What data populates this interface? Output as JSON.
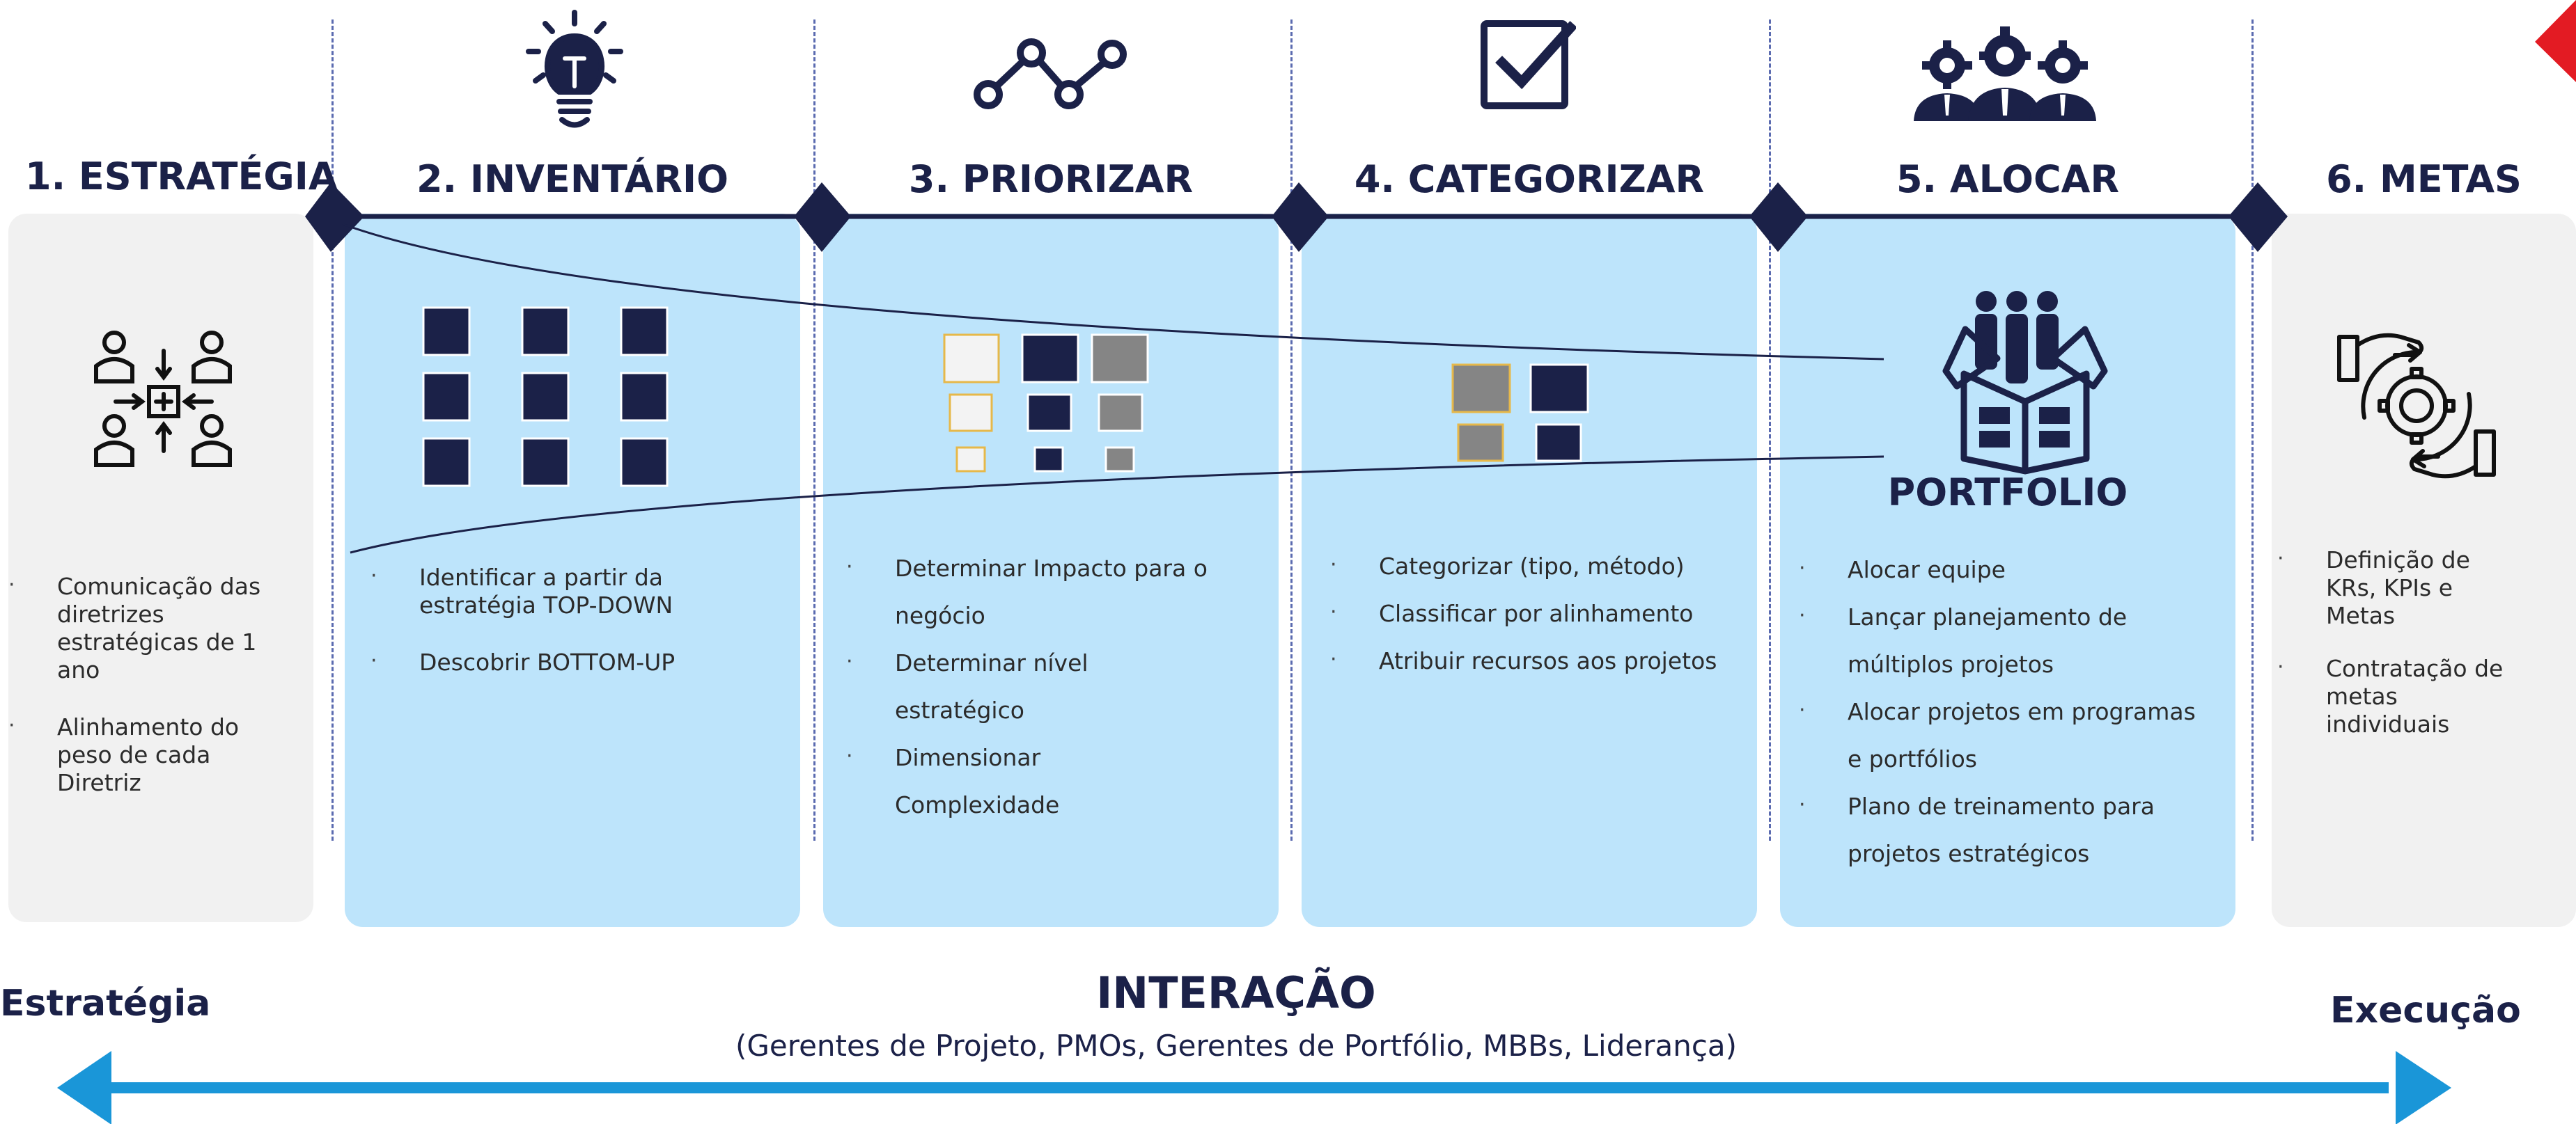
{
  "stages": [
    {
      "title": "1. ESTRATÉGIA",
      "icon": "collaboration-icon",
      "bullets": [
        "Comunicação das diretrizes estratégicas de 1 ano",
        "Alinhamento do peso de cada Diretriz"
      ]
    },
    {
      "title": "2. INVENTÁRIO",
      "icon": "lightbulb-icon",
      "bullets": [
        "Identificar a partir da estratégia TOP-DOWN",
        "Descobrir BOTTOM-UP"
      ]
    },
    {
      "title": "3. PRIORIZAR",
      "icon": "connected-nodes-icon",
      "bullets": [
        "Determinar Impacto para o negócio",
        "Determinar nível estratégico",
        "Dimensionar Complexidade"
      ]
    },
    {
      "title": "4. CATEGORIZAR",
      "icon": "checkbox-icon",
      "bullets": [
        "Categorizar (tipo, método)",
        "Classificar por alinhamento",
        "Atribuir recursos aos projetos"
      ]
    },
    {
      "title": "5. ALOCAR",
      "icon": "team-gears-icon",
      "bullets": [
        "Alocar equipe",
        "Lançar planejamento de múltiplos projetos",
        "Alocar projetos em  programas e portfólios",
        "Plano de treinamento para projetos estratégicos"
      ]
    },
    {
      "title": "6. METAS",
      "icon": "hands-gear-icon",
      "bullets": [
        "Definição de KRs, KPIs e Metas",
        "Contratação de metas individuais"
      ]
    }
  ],
  "portfolio_label": "PORTFOLIO",
  "footer": {
    "left": "Estratégia",
    "right": "Execução",
    "center_title": "INTERAÇÃO",
    "center_subtitle": "(Gerentes de Projeto, PMOs, Gerentes de Portfólio, MBBs, Liderança)"
  },
  "colors": {
    "navy": "#1b2148",
    "light_blue": "#bde4fb",
    "grey_panel": "#f1f1f1",
    "arrow_blue": "#1a96d8",
    "gold": "#e6b84a",
    "grey_box": "#858585",
    "red": "#e31b23"
  }
}
